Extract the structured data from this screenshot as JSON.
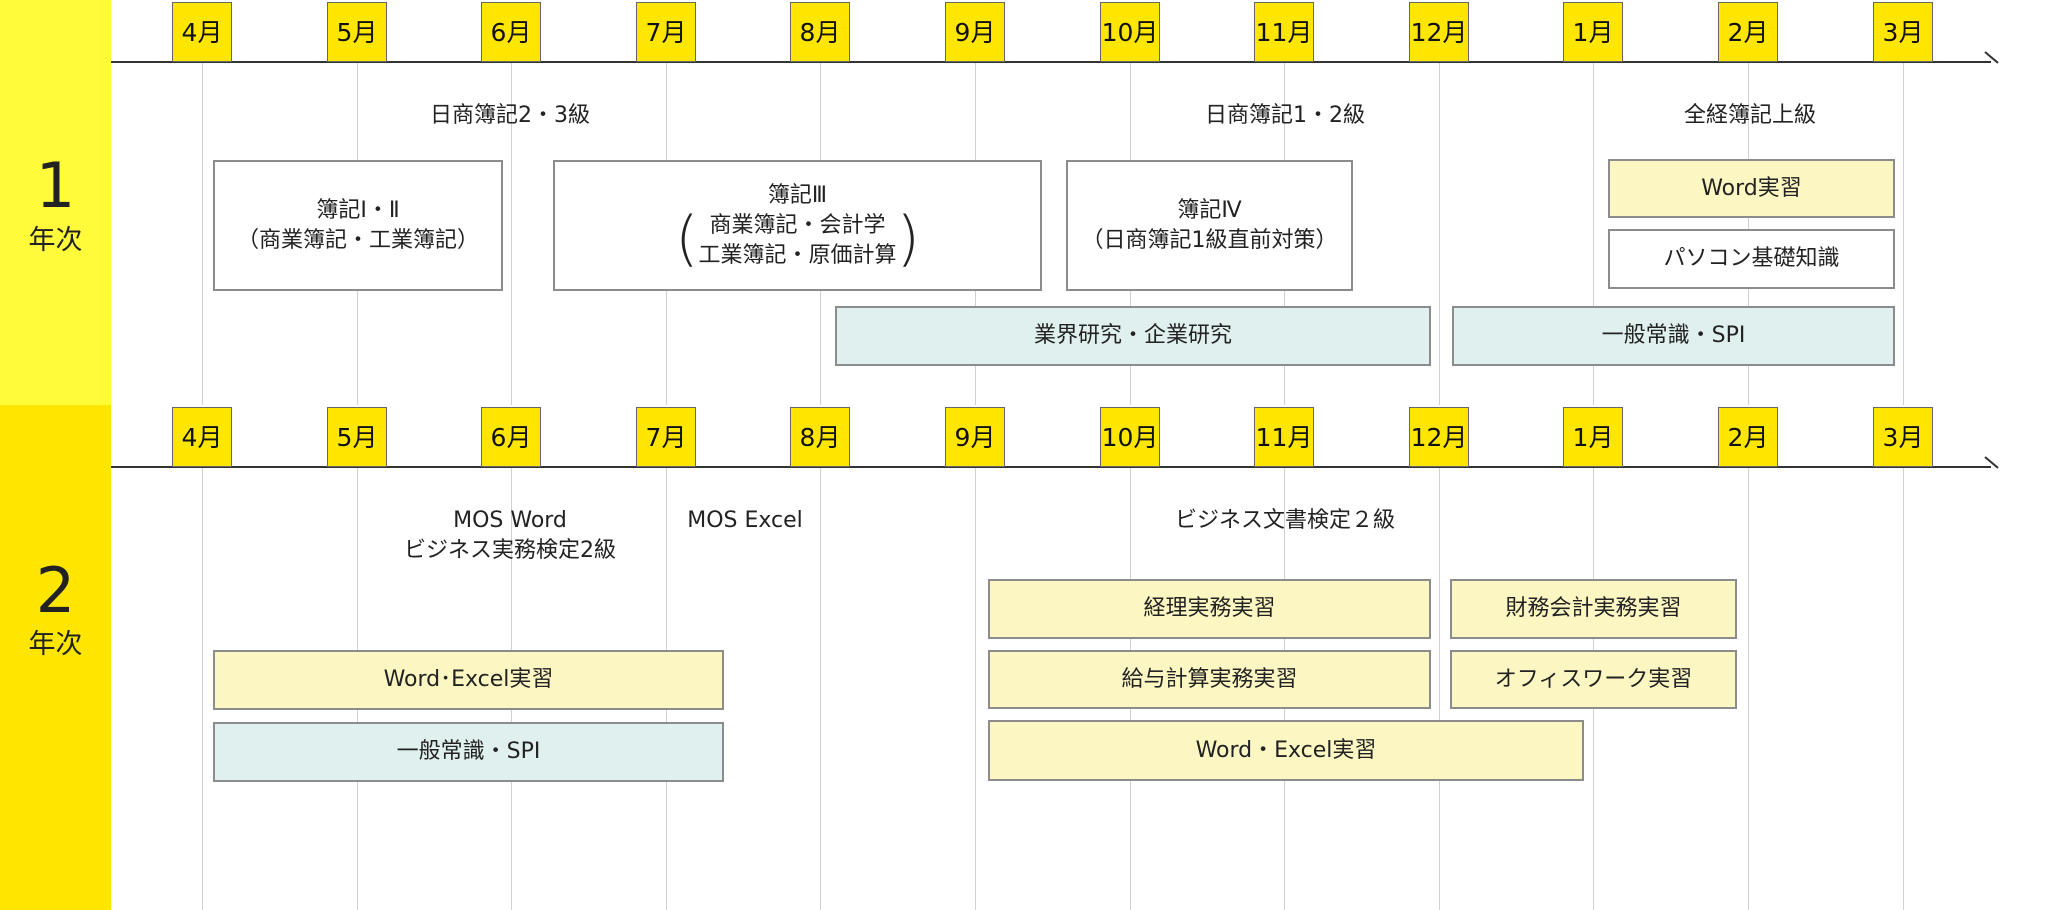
{
  "colors": {
    "year1_band": "#fffb3a",
    "year2_band": "#ffe600",
    "month_box": "#ffe600",
    "cream_box": "#fbf6c2",
    "teal_box": "#e0f0ef"
  },
  "months": [
    "4月",
    "5月",
    "6月",
    "7月",
    "8月",
    "9月",
    "10月",
    "11月",
    "12月",
    "1月",
    "2月",
    "3月"
  ],
  "year1": {
    "num": "1",
    "label": "年次",
    "exam_labels": {
      "nissho_23": "日商簿記2・3級",
      "nissho_12": "日商簿記1・2級",
      "zenkei": "全経簿記上級"
    },
    "boxes": {
      "boki12": {
        "line1": "簿記Ⅰ・Ⅱ",
        "line2": "（商業簿記・工業簿記）"
      },
      "boki3": {
        "line1": "簿記Ⅲ",
        "line2": "商業簿記・会計学",
        "line3": "工業簿記・原価計算",
        "lparen": "(",
        "rparen": ")"
      },
      "boki4": {
        "line1": "簿記Ⅳ",
        "line2": "（日商簿記1級直前対策）"
      },
      "word": "Word実習",
      "pc": "パソコン基礎知識",
      "industry": "業界研究・企業研究",
      "spi": "一般常識・SPI"
    }
  },
  "year2": {
    "num": "2",
    "label": "年次",
    "exam_labels": {
      "mos_word_line1": "MOS Word",
      "mos_word_line2": "ビジネス実務検定2級",
      "mos_excel": "MOS Excel",
      "bizdoc": "ビジネス文書検定２級"
    },
    "boxes": {
      "keiri": "経理実務実習",
      "zaimu": "財務会計実務実習",
      "kyuyo": "給与計算実務実習",
      "office": "オフィスワーク実習",
      "word_excel_early": "Word･Excel実習",
      "spi": "一般常識・SPI",
      "word_excel_late": "Word・Excel実習"
    }
  }
}
